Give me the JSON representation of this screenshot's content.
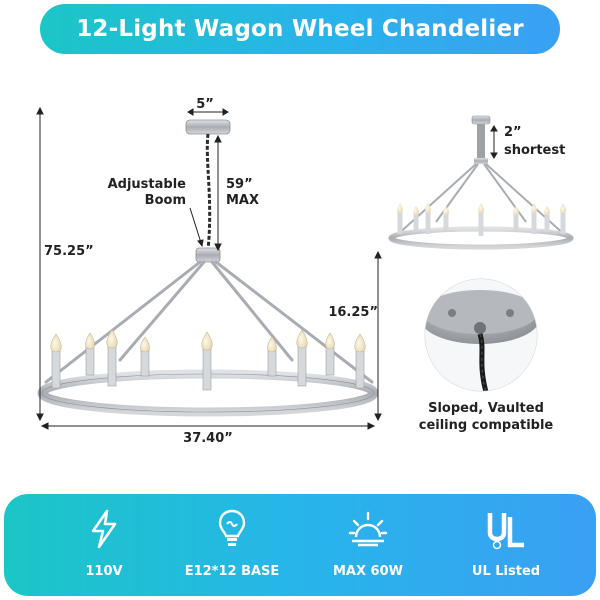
{
  "title": "12-Light Wagon Wheel Chandelier",
  "dimensions": {
    "canopy_width": "5”",
    "chain_max": "59”",
    "chain_max_unit": "MAX",
    "boom_label_1": "Adjustable",
    "boom_label_2": "Boom",
    "total_height": "75.25”",
    "body_height": "16.25”",
    "diameter": "37.40”",
    "shortest_value": "2”",
    "shortest_label": "shortest"
  },
  "ceiling_note": {
    "line1": "Sloped, Vaulted",
    "line2": "ceiling compatible"
  },
  "features": [
    {
      "icon": "lightning-bolt-icon",
      "label": "110V"
    },
    {
      "icon": "bulb-icon",
      "label": "E12*12 BASE"
    },
    {
      "icon": "sun-icon",
      "label": "MAX 60W"
    },
    {
      "icon": "ul-logo-icon",
      "label": "UL Listed"
    }
  ],
  "colors": {
    "accent_start": "#1bc6c6",
    "accent_end": "#3aa0f3",
    "metal": "#b8bcc2"
  }
}
